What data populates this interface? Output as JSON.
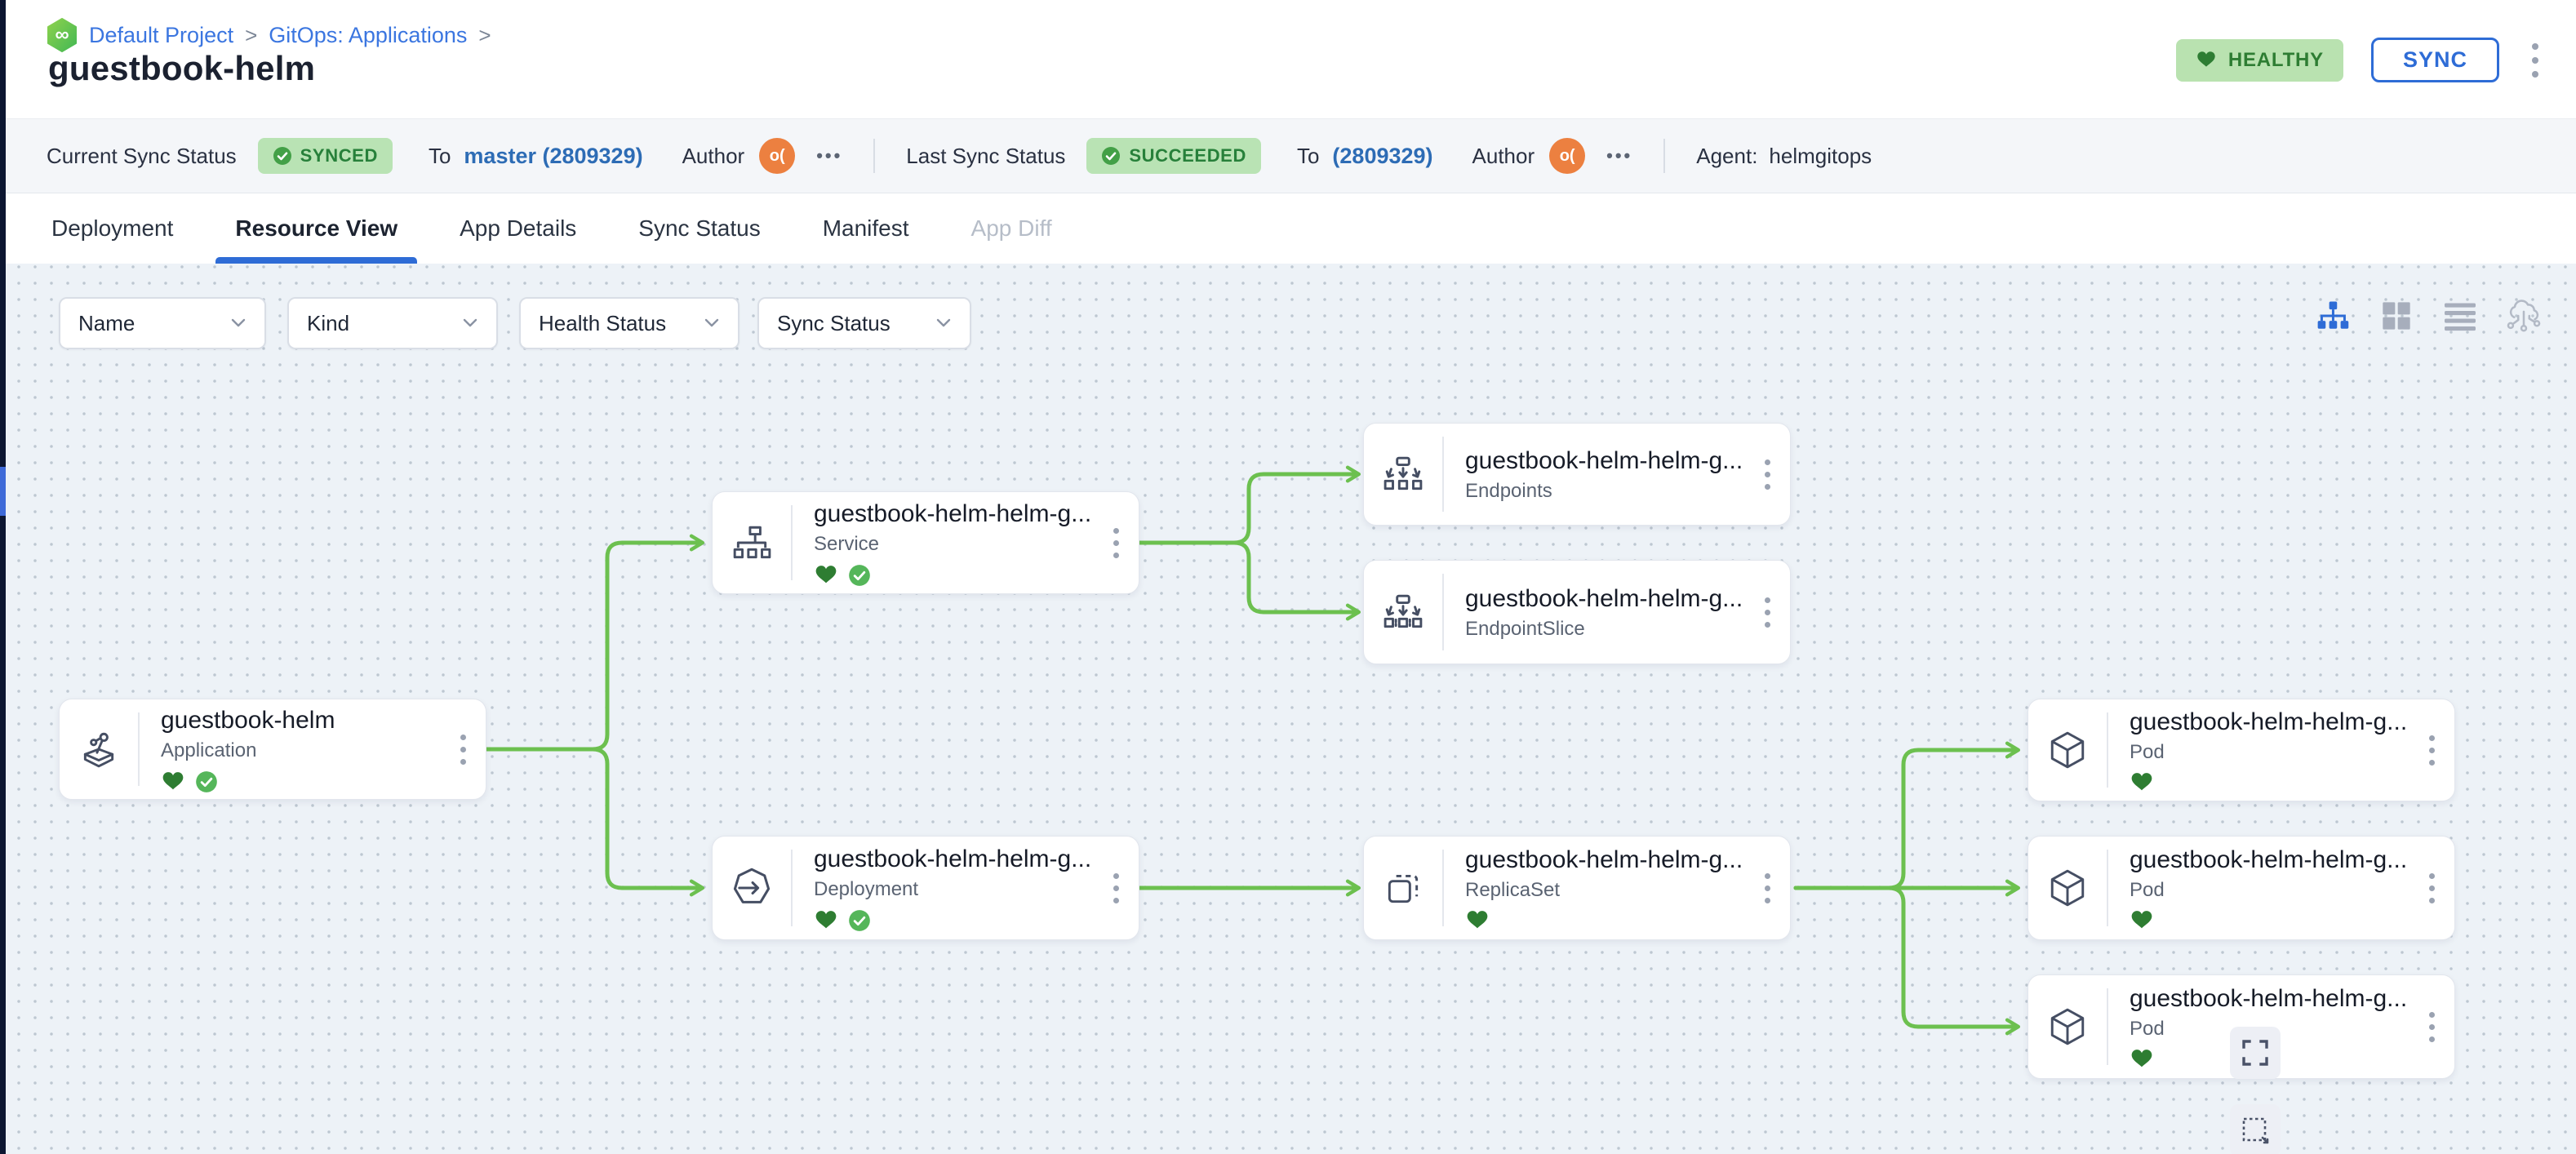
{
  "colors": {
    "accent_blue": "#2e6cd6",
    "link_blue": "#2d6cb5",
    "breadcrumb_blue": "#3b76e0",
    "edge_green": "#6cc04f",
    "health_green": "#2e7d33",
    "badge_bg_green": "#b9e3b4",
    "avatar_orange": "#ec8040",
    "rail_dark": "#0c1631",
    "canvas_bg": "#edf2f7"
  },
  "breadcrumb": {
    "logo_icon": "codefresh-logo",
    "items": [
      {
        "label": "Default Project"
      },
      {
        "label": "GitOps: Applications"
      }
    ],
    "separator": ">"
  },
  "page": {
    "title": "guestbook-helm"
  },
  "header_actions": {
    "health_badge": "HEALTHY",
    "health_icon": "heart-icon",
    "sync_button": "SYNC",
    "menu_icon": "kebab-menu-icon"
  },
  "status_bar": {
    "current": {
      "label": "Current Sync Status",
      "badge": "SYNCED",
      "badge_icon": "check-circle-icon",
      "to_label": "To",
      "revision": "master (2809329)",
      "author_label": "Author",
      "avatar_text": "o(",
      "more": "•••"
    },
    "last": {
      "label": "Last Sync Status",
      "badge": "SUCCEEDED",
      "badge_icon": "check-circle-icon",
      "to_label": "To",
      "revision": "(2809329)",
      "author_label": "Author",
      "avatar_text": "o(",
      "more": "•••"
    },
    "agent": {
      "label": "Agent:",
      "value": "helmgitops"
    }
  },
  "tabs": [
    {
      "label": "Deployment",
      "active": false
    },
    {
      "label": "Resource View",
      "active": true
    },
    {
      "label": "App Details",
      "active": false
    },
    {
      "label": "Sync Status",
      "active": false
    },
    {
      "label": "Manifest",
      "active": false
    },
    {
      "label": "App Diff",
      "active": false,
      "disabled": true
    }
  ],
  "filters": [
    {
      "label": "Name"
    },
    {
      "label": "Kind"
    },
    {
      "label": "Health Status"
    },
    {
      "label": "Sync Status"
    }
  ],
  "view_toggles": [
    {
      "icon": "tree-view-icon",
      "active": true
    },
    {
      "icon": "grid-view-icon",
      "active": false
    },
    {
      "icon": "list-view-icon",
      "active": false
    },
    {
      "icon": "cloud-view-icon",
      "active": false
    }
  ],
  "graph": {
    "nodes": [
      {
        "title": "guestbook-helm",
        "kind": "Application",
        "icon": "application-icon",
        "healthy": true,
        "synced": true
      },
      {
        "title": "guestbook-helm-helm-g...",
        "kind": "Service",
        "icon": "service-icon",
        "healthy": true,
        "synced": true
      },
      {
        "title": "guestbook-helm-helm-g...",
        "kind": "Endpoints",
        "icon": "endpoints-icon",
        "healthy": false,
        "synced": false
      },
      {
        "title": "guestbook-helm-helm-g...",
        "kind": "EndpointSlice",
        "icon": "endpointslice-icon",
        "healthy": false,
        "synced": false
      },
      {
        "title": "guestbook-helm-helm-g...",
        "kind": "Deployment",
        "icon": "deployment-icon",
        "healthy": true,
        "synced": true
      },
      {
        "title": "guestbook-helm-helm-g...",
        "kind": "ReplicaSet",
        "icon": "replicaset-icon",
        "healthy": true,
        "synced": false
      },
      {
        "title": "guestbook-helm-helm-g...",
        "kind": "Pod",
        "icon": "pod-icon",
        "healthy": true,
        "synced": false
      },
      {
        "title": "guestbook-helm-helm-g...",
        "kind": "Pod",
        "icon": "pod-icon",
        "healthy": true,
        "synced": false
      },
      {
        "title": "guestbook-helm-helm-g...",
        "kind": "Pod",
        "icon": "pod-icon",
        "healthy": true,
        "synced": false
      }
    ],
    "controls": [
      {
        "icon": "fullscreen-icon"
      },
      {
        "icon": "marquee-select-icon"
      }
    ]
  }
}
